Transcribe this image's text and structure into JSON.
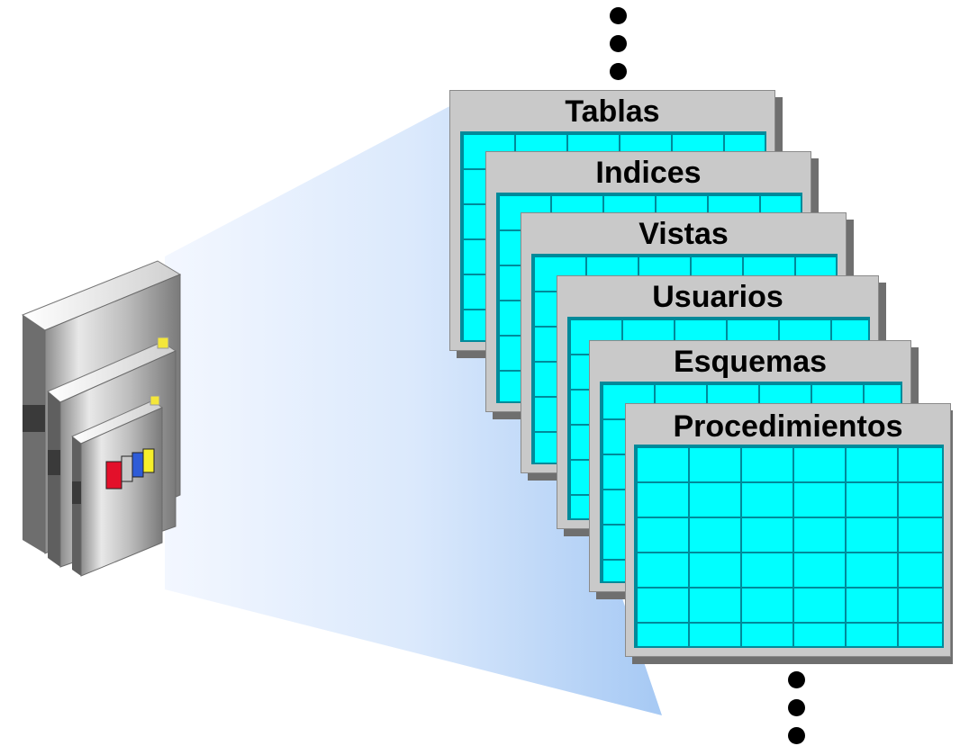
{
  "diagram": {
    "colors": {
      "card_fill": "#00ffff",
      "card_border": "#c9c9c9",
      "grid_line": "#008a9a",
      "beam_start": "#eef4ff",
      "beam_end": "#a8ccf6"
    },
    "icon": "database-books-icon",
    "cards": [
      {
        "id": "tablas",
        "label": "Tablas"
      },
      {
        "id": "indices",
        "label": "Indices"
      },
      {
        "id": "vistas",
        "label": "Vistas"
      },
      {
        "id": "usuarios",
        "label": "Usuarios"
      },
      {
        "id": "esquemas",
        "label": "Esquemas"
      },
      {
        "id": "procedimientos",
        "label": "Procedimientos"
      }
    ]
  }
}
